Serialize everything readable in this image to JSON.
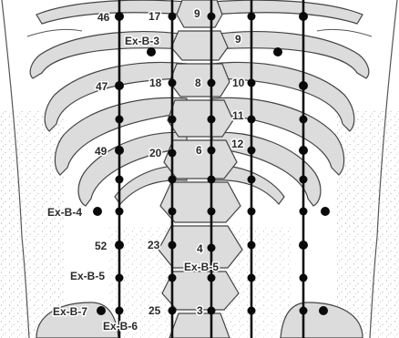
{
  "colors": {
    "bone_fill": "#dcdcdc",
    "bone_stroke": "#444444",
    "skin_stipple": "#6b6b6b",
    "meridian_line": "#111111",
    "point": "#0a0a0a",
    "label": "#2a2a2a"
  },
  "meridians": [
    {
      "id": "bladder-outer-left"
    },
    {
      "id": "bladder-inner-left"
    },
    {
      "id": "governor-vessel"
    },
    {
      "id": "bladder-inner-right"
    },
    {
      "id": "bladder-outer-right"
    }
  ],
  "labels": {
    "bl46": "46",
    "bl17": "17",
    "gv9": "9",
    "exb3": "Ex-B-3",
    "t9": "9",
    "bl47": "47",
    "bl18": "18",
    "gv8": "8",
    "t10": "10",
    "t11": "11",
    "bl49": "49",
    "bl20": "20",
    "gv6": "6",
    "t12": "12",
    "exb4": "Ex-B-4",
    "bl52": "52",
    "bl23": "23",
    "gv4": "4",
    "exb5_center": "Ex-B-5",
    "exb5_left": "Ex-B-5",
    "exb7": "Ex-B-7",
    "bl25": "25",
    "gv3": "3",
    "exb6": "Ex-B-6"
  }
}
